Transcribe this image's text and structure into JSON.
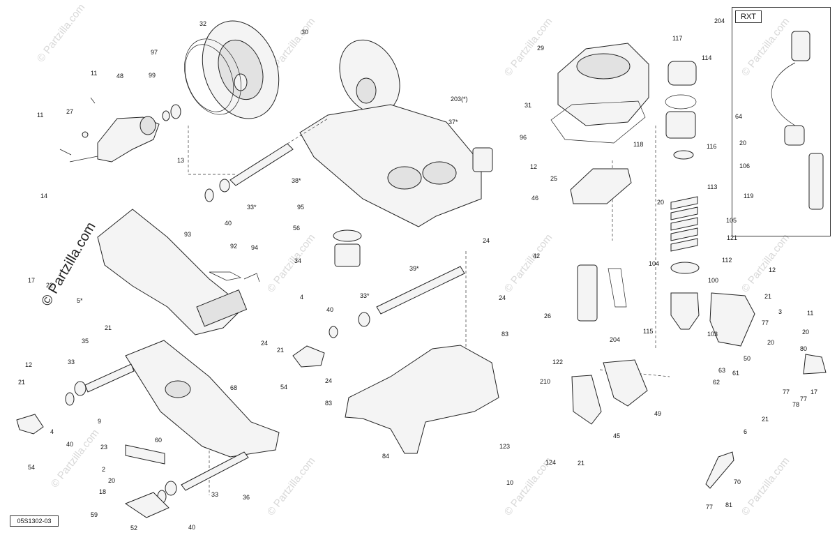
{
  "watermark": "© Partzilla.com",
  "diagram_code": "05S1302-03",
  "variant_tag": "RXT",
  "callouts": [
    {
      "id": "c-32",
      "text": "32"
    },
    {
      "id": "c-30",
      "text": "30"
    },
    {
      "id": "c-97",
      "text": "97"
    },
    {
      "id": "c-99",
      "text": "99"
    },
    {
      "id": "c-11a",
      "text": "11"
    },
    {
      "id": "c-48",
      "text": "48"
    },
    {
      "id": "c-27",
      "text": "27"
    },
    {
      "id": "c-11b",
      "text": "11"
    },
    {
      "id": "c-13",
      "text": "13"
    },
    {
      "id": "c-14",
      "text": "14"
    },
    {
      "id": "c-203",
      "text": "203(*)"
    },
    {
      "id": "c-37",
      "text": "37*"
    },
    {
      "id": "c-38",
      "text": "38*"
    },
    {
      "id": "c-33a",
      "text": "33*"
    },
    {
      "id": "c-40a",
      "text": "40"
    },
    {
      "id": "c-93",
      "text": "93"
    },
    {
      "id": "c-92",
      "text": "92"
    },
    {
      "id": "c-94",
      "text": "94"
    },
    {
      "id": "c-17a",
      "text": "17"
    },
    {
      "id": "c-22",
      "text": "22"
    },
    {
      "id": "c-5",
      "text": "5*"
    },
    {
      "id": "c-95",
      "text": "95"
    },
    {
      "id": "c-56",
      "text": "56"
    },
    {
      "id": "c-34",
      "text": "34"
    },
    {
      "id": "c-39",
      "text": "39*"
    },
    {
      "id": "c-24a",
      "text": "24"
    },
    {
      "id": "c-4a",
      "text": "4"
    },
    {
      "id": "c-40b",
      "text": "40"
    },
    {
      "id": "c-33b",
      "text": "33*"
    },
    {
      "id": "c-24b",
      "text": "24"
    },
    {
      "id": "c-21a",
      "text": "21"
    },
    {
      "id": "c-24c",
      "text": "24"
    },
    {
      "id": "c-83a",
      "text": "83"
    },
    {
      "id": "c-54a",
      "text": "54"
    },
    {
      "id": "c-24d",
      "text": "24"
    },
    {
      "id": "c-83b",
      "text": "83"
    },
    {
      "id": "c-84",
      "text": "84"
    },
    {
      "id": "c-21b",
      "text": "21"
    },
    {
      "id": "c-35",
      "text": "35"
    },
    {
      "id": "c-68",
      "text": "68"
    },
    {
      "id": "c-12a",
      "text": "12"
    },
    {
      "id": "c-33c",
      "text": "33"
    },
    {
      "id": "c-21c",
      "text": "21"
    },
    {
      "id": "c-4b",
      "text": "4"
    },
    {
      "id": "c-9",
      "text": "9"
    },
    {
      "id": "c-40c",
      "text": "40"
    },
    {
      "id": "c-54b",
      "text": "54"
    },
    {
      "id": "c-23",
      "text": "23"
    },
    {
      "id": "c-60",
      "text": "60"
    },
    {
      "id": "c-2",
      "text": "2"
    },
    {
      "id": "c-20a",
      "text": "20"
    },
    {
      "id": "c-18",
      "text": "18"
    },
    {
      "id": "c-33d",
      "text": "33"
    },
    {
      "id": "c-36",
      "text": "36"
    },
    {
      "id": "c-59",
      "text": "59"
    },
    {
      "id": "c-52",
      "text": "52"
    },
    {
      "id": "c-40d",
      "text": "40"
    },
    {
      "id": "c-29",
      "text": "29"
    },
    {
      "id": "c-117",
      "text": "117"
    },
    {
      "id": "c-114",
      "text": "114"
    },
    {
      "id": "c-31",
      "text": "31"
    },
    {
      "id": "c-64",
      "text": "64"
    },
    {
      "id": "c-96",
      "text": "96"
    },
    {
      "id": "c-118",
      "text": "118"
    },
    {
      "id": "c-116",
      "text": "116"
    },
    {
      "id": "c-20b",
      "text": "20"
    },
    {
      "id": "c-12b",
      "text": "12"
    },
    {
      "id": "c-106",
      "text": "106"
    },
    {
      "id": "c-25",
      "text": "25"
    },
    {
      "id": "c-113",
      "text": "113"
    },
    {
      "id": "c-46",
      "text": "46"
    },
    {
      "id": "c-20c",
      "text": "20"
    },
    {
      "id": "c-119",
      "text": "119"
    },
    {
      "id": "c-105",
      "text": "105"
    },
    {
      "id": "c-121",
      "text": "121"
    },
    {
      "id": "c-204a",
      "text": "204"
    },
    {
      "id": "c-42",
      "text": "42"
    },
    {
      "id": "c-104",
      "text": "104"
    },
    {
      "id": "c-112",
      "text": "112"
    },
    {
      "id": "c-12c",
      "text": "12"
    },
    {
      "id": "c-26",
      "text": "26"
    },
    {
      "id": "c-100",
      "text": "100"
    },
    {
      "id": "c-21d",
      "text": "21"
    },
    {
      "id": "c-204b",
      "text": "204"
    },
    {
      "id": "c-3",
      "text": "3"
    },
    {
      "id": "c-115",
      "text": "115"
    },
    {
      "id": "c-103",
      "text": "103"
    },
    {
      "id": "c-77a",
      "text": "77"
    },
    {
      "id": "c-11c",
      "text": "11"
    },
    {
      "id": "c-122",
      "text": "122"
    },
    {
      "id": "c-20d",
      "text": "20"
    },
    {
      "id": "c-20e",
      "text": "20"
    },
    {
      "id": "c-210",
      "text": "210"
    },
    {
      "id": "c-63",
      "text": "63"
    },
    {
      "id": "c-50",
      "text": "50"
    },
    {
      "id": "c-80",
      "text": "80"
    },
    {
      "id": "c-62",
      "text": "62"
    },
    {
      "id": "c-61",
      "text": "61"
    },
    {
      "id": "c-49",
      "text": "49"
    },
    {
      "id": "c-17b",
      "text": "17"
    },
    {
      "id": "c-77b",
      "text": "77"
    },
    {
      "id": "c-78",
      "text": "78"
    },
    {
      "id": "c-77c",
      "text": "77"
    },
    {
      "id": "c-123",
      "text": "123"
    },
    {
      "id": "c-45",
      "text": "45"
    },
    {
      "id": "c-21e",
      "text": "21"
    },
    {
      "id": "c-6",
      "text": "6"
    },
    {
      "id": "c-124",
      "text": "124"
    },
    {
      "id": "c-21f",
      "text": "21"
    },
    {
      "id": "c-10",
      "text": "10"
    },
    {
      "id": "c-70",
      "text": "70"
    },
    {
      "id": "c-77d",
      "text": "77"
    },
    {
      "id": "c-81",
      "text": "81"
    }
  ]
}
